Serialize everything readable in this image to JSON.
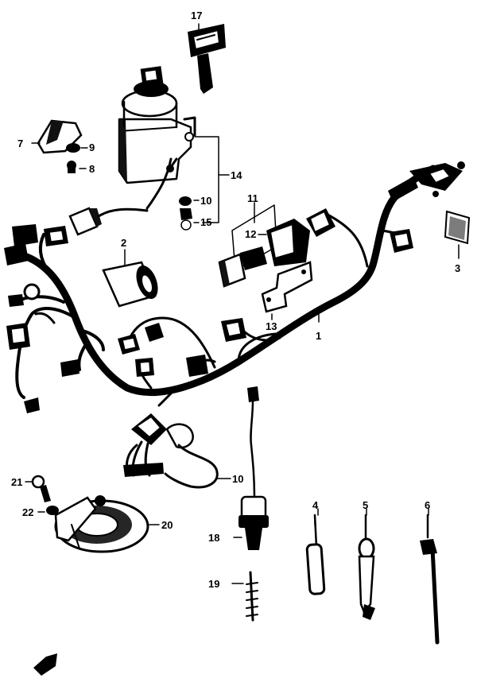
{
  "diagram": {
    "callouts": [
      {
        "id": "c17",
        "label": "17",
        "part": "ignition-key"
      },
      {
        "id": "c7",
        "label": "7",
        "part": "switch-cover"
      },
      {
        "id": "c9",
        "label": "9",
        "part": "washer"
      },
      {
        "id": "c8",
        "label": "8",
        "part": "bolt"
      },
      {
        "id": "c14",
        "label": "14",
        "part": "ignition-switch-assembly"
      },
      {
        "id": "c10a",
        "label": "10",
        "part": "screw"
      },
      {
        "id": "c15",
        "label": "15",
        "part": "nut"
      },
      {
        "id": "c11",
        "label": "11",
        "part": "relay-set"
      },
      {
        "id": "c12",
        "label": "12",
        "part": "relay"
      },
      {
        "id": "c2",
        "label": "2",
        "part": "capacitor"
      },
      {
        "id": "c13",
        "label": "13",
        "part": "bracket"
      },
      {
        "id": "c1",
        "label": "1",
        "part": "wiring-harness"
      },
      {
        "id": "c3",
        "label": "3",
        "part": "label-plate"
      },
      {
        "id": "c10b",
        "label": "10",
        "part": "lead-wire"
      },
      {
        "id": "c21",
        "label": "21",
        "part": "horn-bolt"
      },
      {
        "id": "c22",
        "label": "22",
        "part": "horn-washer"
      },
      {
        "id": "c20",
        "label": "20",
        "part": "horn"
      },
      {
        "id": "c18",
        "label": "18",
        "part": "brake-switch"
      },
      {
        "id": "c19",
        "label": "19",
        "part": "switch-spring"
      },
      {
        "id": "c4",
        "label": "4",
        "part": "cable-band"
      },
      {
        "id": "c5",
        "label": "5",
        "part": "clamp"
      },
      {
        "id": "c6",
        "label": "6",
        "part": "clamp-band"
      }
    ]
  }
}
